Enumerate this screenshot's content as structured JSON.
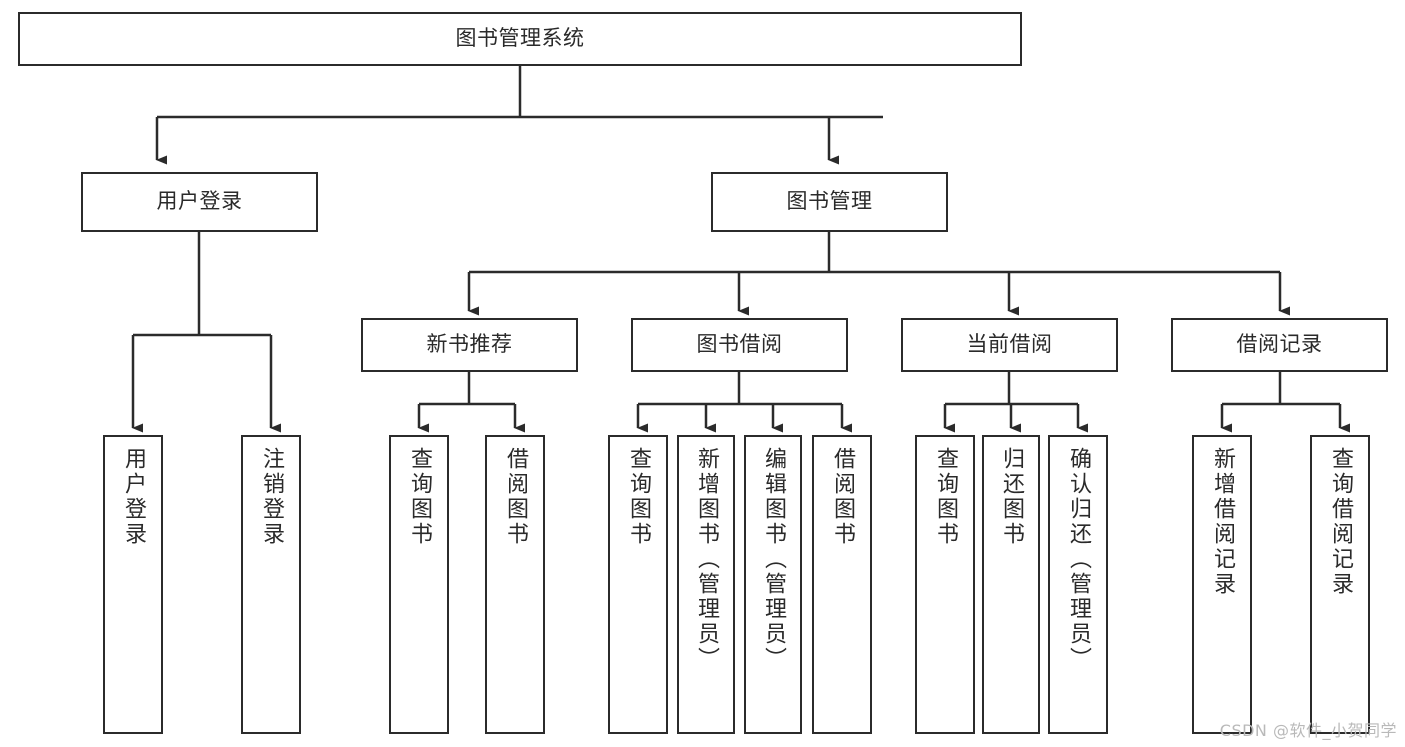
{
  "diagram": {
    "type": "tree-hierarchy",
    "title": "图书管理系统",
    "watermark": "CSDN @软件_小贺同学",
    "colors": {
      "stroke": "#2b2b2b",
      "fill": "#ffffff",
      "text": "#2a2a2a",
      "watermark": "#b9b9b9"
    },
    "levels": {
      "root": {
        "label": "图书管理系统"
      },
      "level2": [
        {
          "label": "用户登录"
        },
        {
          "label": "图书管理"
        }
      ],
      "level3": [
        {
          "label": "新书推荐"
        },
        {
          "label": "图书借阅"
        },
        {
          "label": "当前借阅"
        },
        {
          "label": "借阅记录"
        }
      ]
    },
    "leaves": {
      "user_login": [
        {
          "label": "用户登录"
        },
        {
          "label": "注销登录"
        }
      ],
      "new_book_recommend": [
        {
          "label": "查询图书"
        },
        {
          "label": "借阅图书"
        }
      ],
      "book_borrow": [
        {
          "label": "查询图书"
        },
        {
          "label": "新增图书（管理员）"
        },
        {
          "label": "编辑图书（管理员）"
        },
        {
          "label": "借阅图书"
        }
      ],
      "current_borrow": [
        {
          "label": "查询图书"
        },
        {
          "label": "归还图书"
        },
        {
          "label": "确认归还（管理员）"
        }
      ],
      "borrow_record": [
        {
          "label": "新增借阅记录"
        },
        {
          "label": "查询借阅记录"
        }
      ]
    }
  }
}
